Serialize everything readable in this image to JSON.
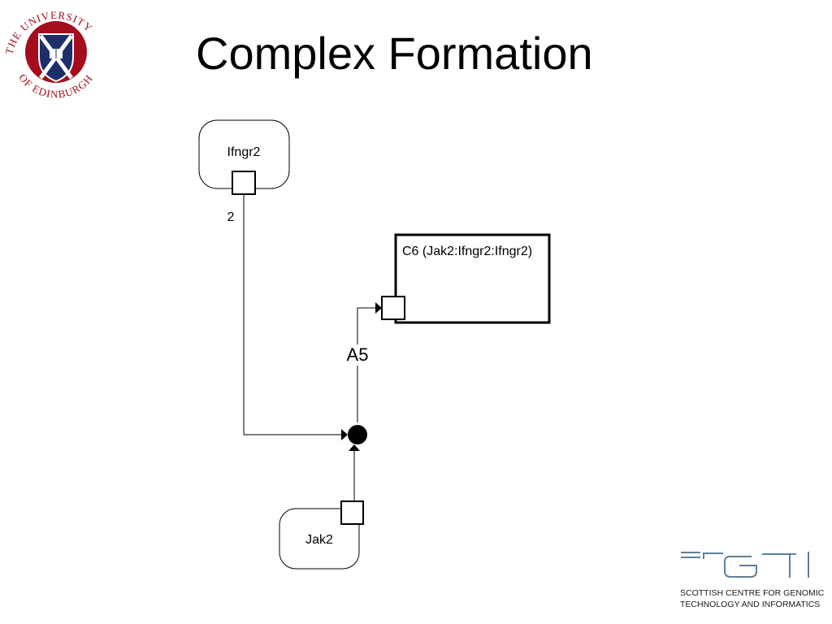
{
  "title": "Complex Formation",
  "university_logo": {
    "text": "THE UNIVERSITY OF EDINBURGH",
    "icon": "university-crest-icon",
    "color": "#a30d1d"
  },
  "scgti_logo": {
    "wordmark": "SCGTI",
    "line1": "SCOTTISH CENTRE FOR GENOMIC",
    "line2": "TECHNOLOGY AND INFORMATICS",
    "color": "#5f7f9b"
  },
  "diagram": {
    "nodes": {
      "ifngr2": {
        "label": "Ifngr2"
      },
      "jak2": {
        "label": "Jak2"
      },
      "complex": {
        "label": "C6 (Jak2:Ifngr2:Ifngr2)"
      }
    },
    "edges": {
      "ifngr2_stoichiometry": "2",
      "association_label": "A5"
    }
  }
}
